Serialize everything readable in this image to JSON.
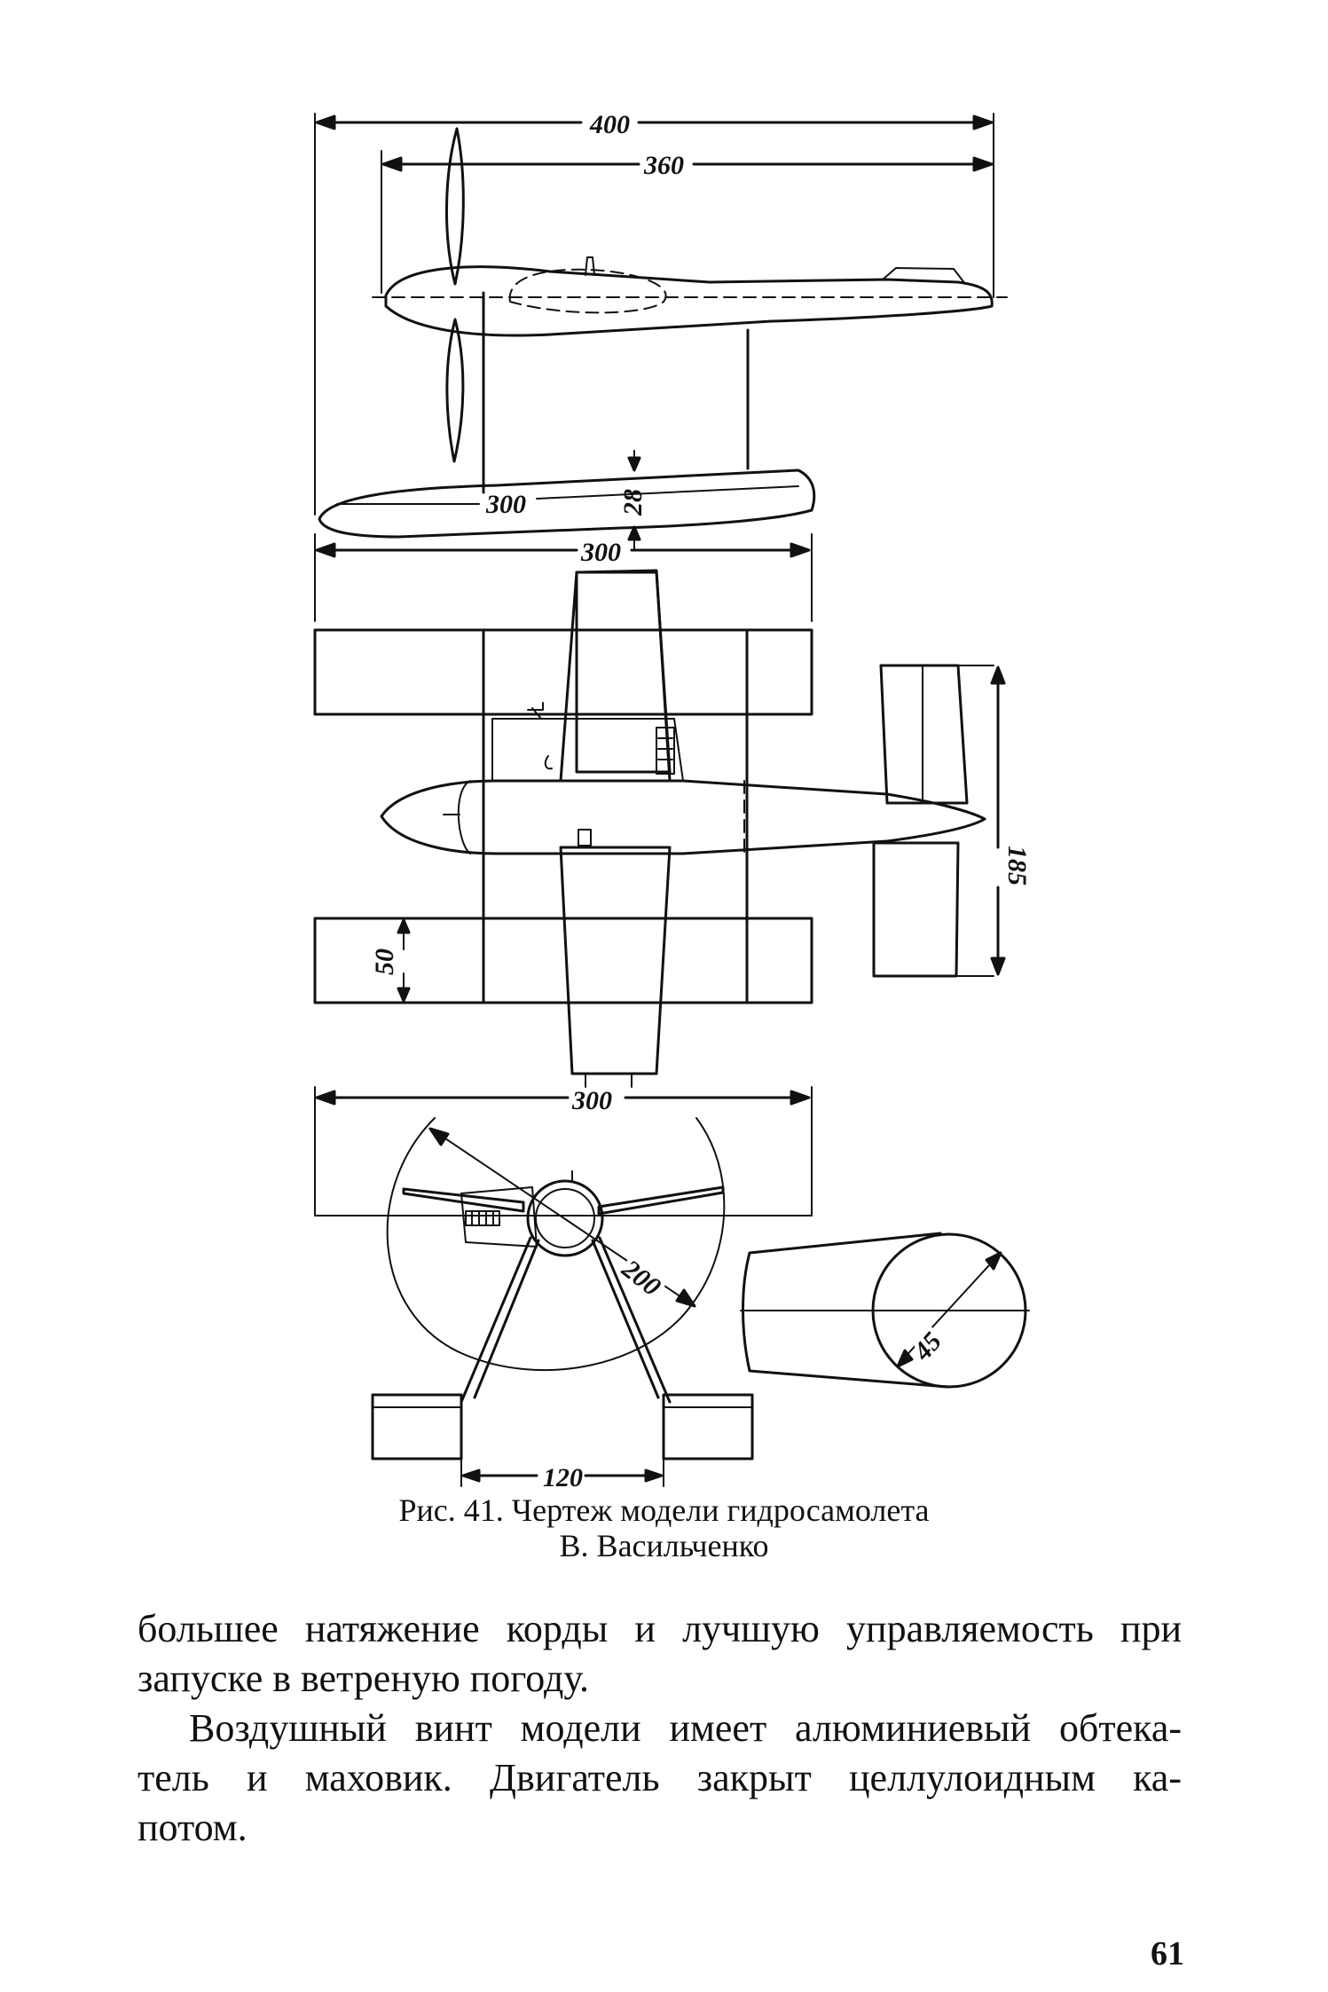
{
  "figure": {
    "dimensions": {
      "overall_length": "400",
      "fuselage_length": "360",
      "float_length_side": "300",
      "float_height": "28",
      "wingspan_top": "300",
      "float_width": "50",
      "stabilizer_span": "185",
      "float_span_front": "300",
      "propeller_diameter": "200",
      "float_spacing": "120",
      "float_section_diameter": "45"
    },
    "caption_line1": "Рис. 41. Чертеж модели гидросамолета",
    "caption_line2": "В. Васильченко"
  },
  "body": {
    "paragraph1_line1": "большее натяжение корды и лучшую управляемость при",
    "paragraph1_line2": "запуске в ветреную погоду.",
    "paragraph2_line1": "Воздушный винт модели имеет алюминиевый обтека-",
    "paragraph2_line2": "тель и маховик. Двигатель закрыт целлулоидным ка-",
    "paragraph2_line3": "потом."
  },
  "page_number": "61"
}
